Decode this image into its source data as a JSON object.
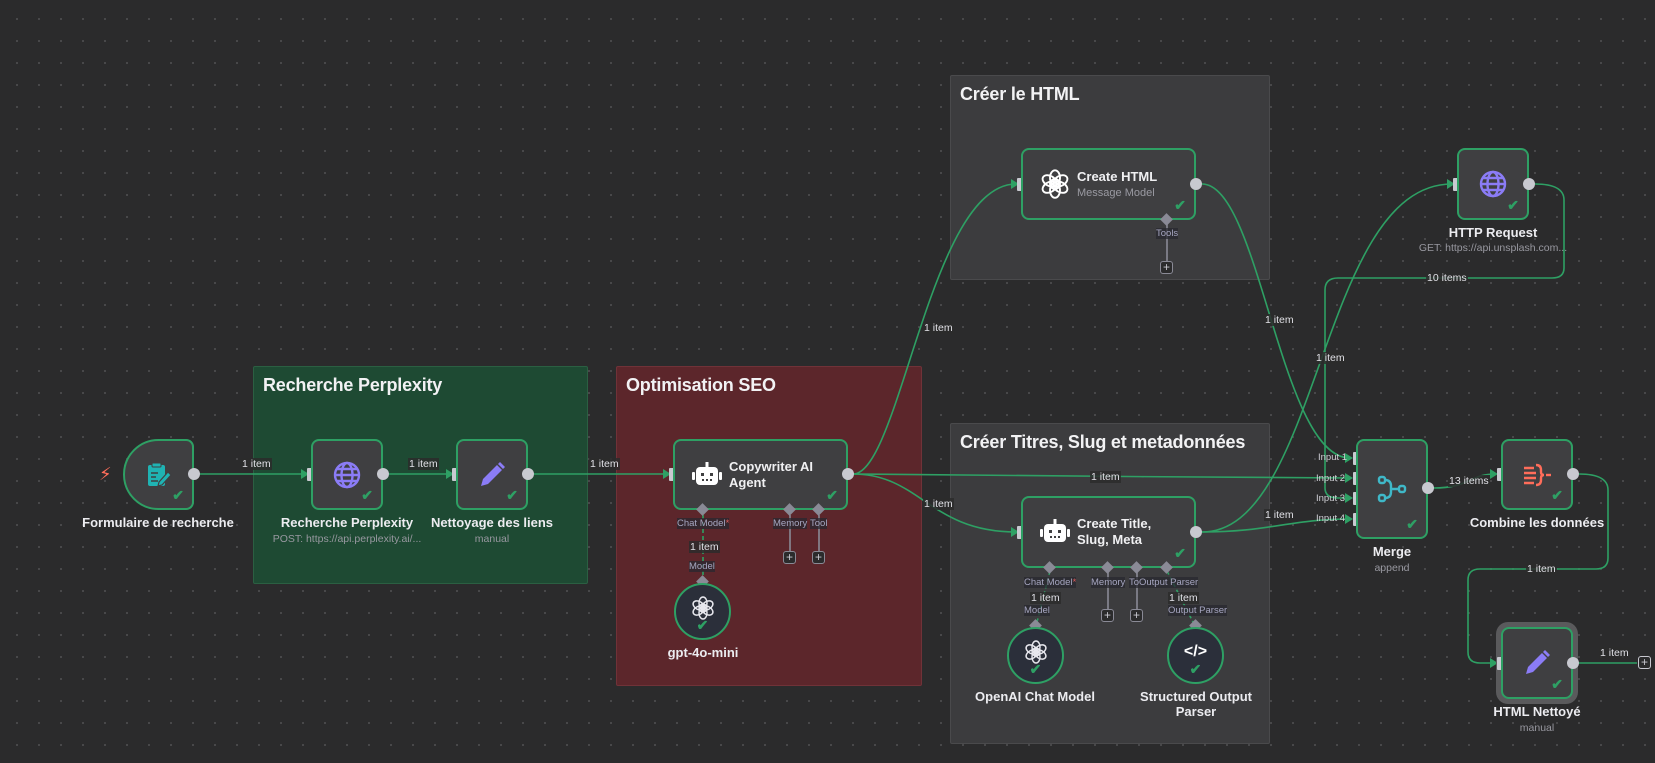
{
  "groups": {
    "perplexity": "Recherche Perplexity",
    "seo": "Optimisation SEO",
    "html": "Créer le HTML",
    "titles": "Créer Titres, Slug et metadonnées"
  },
  "nodes": {
    "form": {
      "title": "Formulaire de recherche",
      "icon": "form-icon"
    },
    "perplexity": {
      "title": "Recherche Perplexity",
      "subtitle": "POST: https://api.perplexity.ai/...",
      "icon": "globe-icon"
    },
    "nettoyage": {
      "title": "Nettoyage des liens",
      "subtitle": "manual",
      "icon": "pencil-icon"
    },
    "copywriter": {
      "title": "Copywriter AI Agent",
      "icon": "robot-icon",
      "ports": {
        "chat_model": "Chat Model",
        "memory": "Memory",
        "tool": "Tool"
      }
    },
    "gpt": {
      "title": "gpt-4o-mini",
      "icon": "openai-icon",
      "port": "Model"
    },
    "create_html": {
      "title": "Create HTML",
      "subtitle": "Message Model",
      "icon": "openai-icon",
      "ports": {
        "tools": "Tools"
      }
    },
    "create_title": {
      "title": "Create Title, Slug, Meta",
      "icon": "robot-icon",
      "ports": {
        "chat_model": "Chat Model",
        "memory": "Memory",
        "tool": "To",
        "output_parser": "Output Parser"
      }
    },
    "openai_chat": {
      "title": "OpenAI Chat Model",
      "icon": "openai-icon",
      "port": "Model"
    },
    "structured": {
      "title": "Structured Output Parser",
      "icon": "code-icon",
      "port": "Output Parser"
    },
    "http": {
      "title": "HTTP Request",
      "subtitle": "GET: https://api.unsplash.com...",
      "icon": "globe-icon"
    },
    "merge": {
      "title": "Merge",
      "subtitle": "append",
      "icon": "merge-icon",
      "inputs": [
        "Input 1",
        "Input 2",
        "Input 3",
        "Input 4"
      ]
    },
    "combine": {
      "title": "Combine les données",
      "icon": "aggregate-icon"
    },
    "html_clean": {
      "title": "HTML Nettoyé",
      "subtitle": "manual",
      "icon": "pencil-icon"
    }
  },
  "connections": {
    "form_perplexity": "1 item",
    "perplexity_nettoyage": "1 item",
    "nettoyage_copywriter": "1 item",
    "gpt_copywriter": "1 item",
    "copywriter_html": "1 item",
    "copywriter_merge": "1 item",
    "copywriter_title": "1 item",
    "html_merge": "1 item",
    "title_http": "1 item",
    "title_merge": "1 item",
    "openai_title": "1 item",
    "structured_title": "1 item",
    "http_merge": "10 items",
    "merge_combine": "13 items",
    "combine_clean": "1 item",
    "clean_out": "1 item"
  },
  "colors": {
    "success": "#2ea064",
    "wire": "#2ea064",
    "group_green": "#1e4a33",
    "group_red": "#5c262b",
    "group_grey": "#3c3c3e",
    "trigger": "#ff6d5a"
  }
}
